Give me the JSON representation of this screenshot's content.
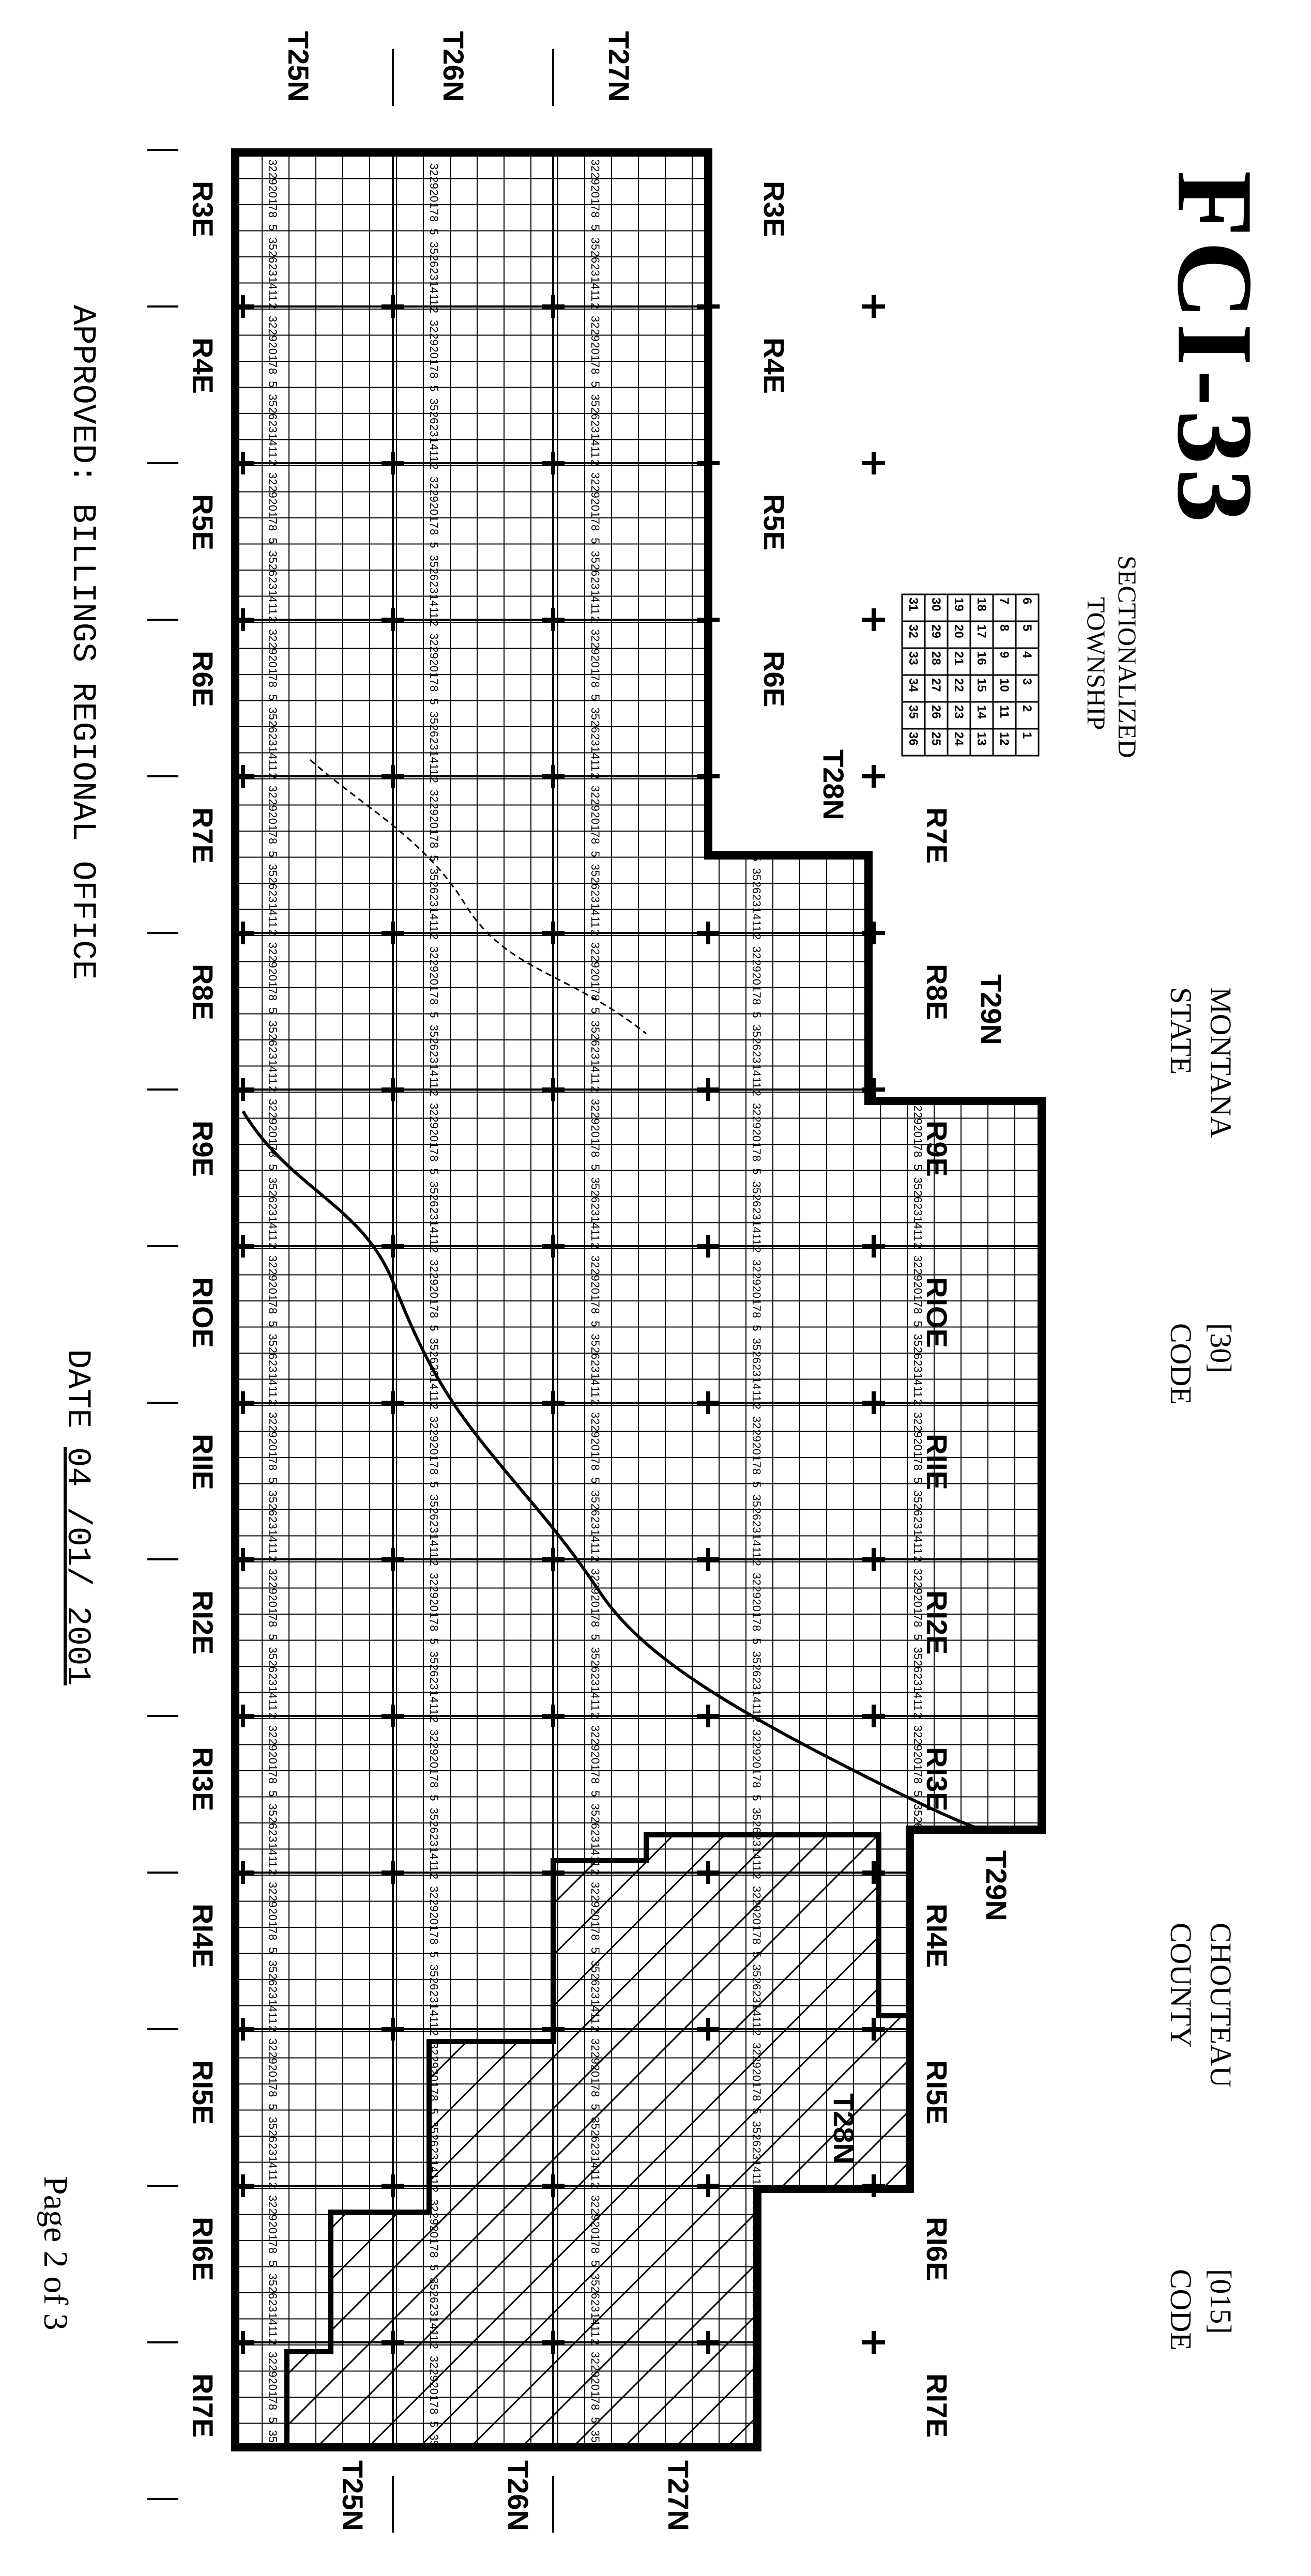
{
  "title": "FCI-33",
  "sectionalized_township": {
    "caption_line1": "SECTIONALIZED",
    "caption_line2": "TOWNSHIP",
    "grid": [
      [
        "6",
        "5",
        "4",
        "3",
        "2",
        "1"
      ],
      [
        "7",
        "8",
        "9",
        "10",
        "11",
        "12"
      ],
      [
        "18",
        "17",
        "16",
        "15",
        "14",
        "13"
      ],
      [
        "19",
        "20",
        "21",
        "22",
        "23",
        "24"
      ],
      [
        "30",
        "29",
        "28",
        "27",
        "26",
        "25"
      ],
      [
        "31",
        "32",
        "33",
        "34",
        "35",
        "36"
      ]
    ]
  },
  "state": {
    "name": "MONTANA",
    "label": "STATE",
    "code": "[30]",
    "code_label": "CODE"
  },
  "county": {
    "name": "CHOUTEAU",
    "label": "COUNTY",
    "code": "[015]",
    "code_label": "CODE"
  },
  "approved": "APPROVED: BILLINGS REGIONAL OFFICE",
  "date_label": "DATE",
  "date_value": "04 /01/ 2001",
  "page": "Page 2 of 3",
  "township_labels": {
    "top": [
      "T25N",
      "T26N",
      "T27N"
    ],
    "bottom": [
      "T25N",
      "T26N",
      "T27N"
    ],
    "step_t28n_upper": "T28N",
    "step_t29n_upper": "T29N",
    "step_t29n_lower": "T29N",
    "step_t28n_lower": "T28N"
  },
  "range_labels_left": [
    "R3E",
    "R4E",
    "R5E",
    "R6E",
    "R7E",
    "R8E",
    "R9E",
    "RIOE",
    "RIIE",
    "RI2E",
    "RI3E",
    "RI4E",
    "RI5E",
    "RI6E",
    "RI7E"
  ],
  "range_labels_inner": [
    "R3E",
    "R4E",
    "R5E",
    "R6E"
  ],
  "range_labels_right": [
    "R7E",
    "R8E",
    "R9E",
    "RIOE",
    "RIIE",
    "RI2E",
    "RI3E",
    "RI4E",
    "RI5E",
    "RI6E",
    "RI7E"
  ],
  "section_numbers_sample": [
    "32",
    "29",
    "20",
    "17",
    "8",
    "5",
    "35",
    "26",
    "23",
    "14",
    "11",
    "2"
  ],
  "colors": {
    "ink": "#000000",
    "paper": "#ffffff"
  }
}
